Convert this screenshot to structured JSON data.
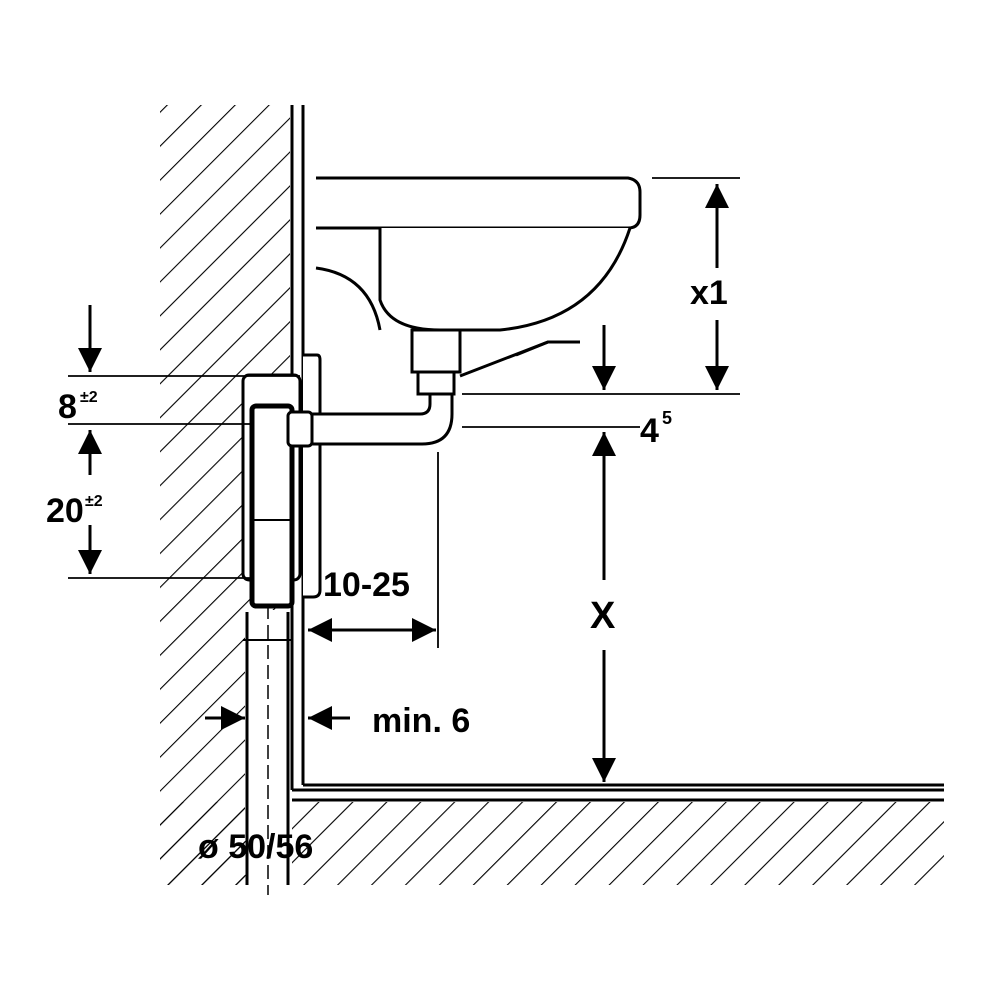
{
  "diagram": {
    "colors": {
      "ink": "#000000",
      "paper": "#ffffff"
    },
    "labels": {
      "dim_8": "8",
      "dim_8_tol": "±2",
      "dim_20": "20",
      "dim_20_tol": "±2",
      "dim_x1": "x1",
      "dim_4": "4",
      "dim_4_sup": "5",
      "dim_x": "X",
      "dim_10_25": "10-25",
      "dim_min6": "min. 6",
      "dim_diameter": "ø 50/56"
    }
  }
}
